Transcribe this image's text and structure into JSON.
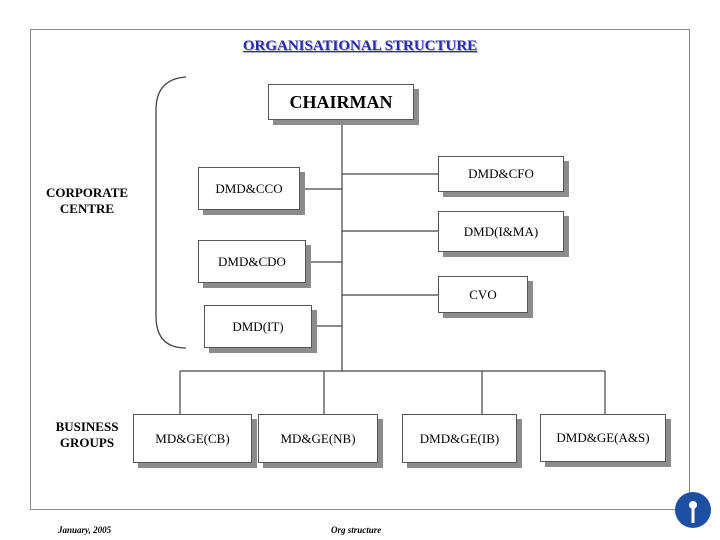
{
  "title": "ORGANISATIONAL  STRUCTURE",
  "labels": {
    "corporate_centre": [
      "CORPORATE",
      "CENTRE"
    ],
    "business_groups": [
      "BUSINESS",
      "GROUPS"
    ]
  },
  "nodes": {
    "chairman": "CHAIRMAN",
    "dmd_cco": "DMD&CCO",
    "dmd_cdo": "DMD&CDO",
    "dmd_it": "DMD(IT)",
    "dmd_cfo": "DMD&CFO",
    "dmd_ima": "DMD(I&MA)",
    "cvo": "CVO",
    "md_ge_cb": "MD&GE(CB)",
    "md_ge_nb": "MD&GE(NB)",
    "dmd_ge_ib": "DMD&GE(IB)",
    "dmd_ge_as": "DMD&GE(A&S)"
  },
  "footer": {
    "date": "January, 2005",
    "center": "Org structure"
  },
  "colors": {
    "title": "#2b2ba8",
    "logo": "#1f4fa3",
    "shadow": "#8c8c8c"
  },
  "icons": {
    "logo": "keyhole-logo-icon"
  }
}
